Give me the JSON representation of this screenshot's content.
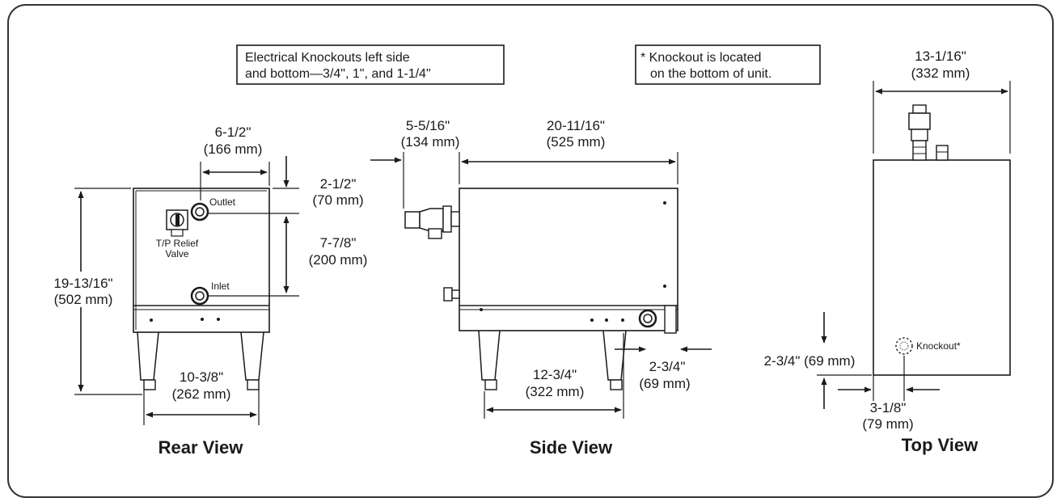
{
  "notes": {
    "knockouts_line1": "Electrical Knockouts left side",
    "knockouts_line2": "and bottom—3/4\", 1\", and 1-1/4\"",
    "bottom_line1": "* Knockout is located",
    "bottom_line2": "on the bottom of unit."
  },
  "rear_view": {
    "title": "Rear View",
    "outlet_label": "Outlet",
    "inlet_label": "Inlet",
    "relief_label_1": "T/P Relief",
    "relief_label_2": "Valve",
    "width_top_in": "6-1/2\"",
    "width_top_mm": "(166 mm)",
    "outlet_offset_in": "2-1/2\"",
    "outlet_offset_mm": "(70 mm)",
    "spacing_in": "7-7/8\"",
    "spacing_mm": "(200 mm)",
    "height_in": "19-13/16\"",
    "height_mm": "(502 mm)",
    "base_width_in": "10-3/8\"",
    "base_width_mm": "(262 mm)"
  },
  "side_view": {
    "title": "Side View",
    "valve_depth_in": "5-5/16\"",
    "valve_depth_mm": "(134 mm)",
    "length_in": "20-11/16\"",
    "length_mm": "(525 mm)",
    "legs_in": "12-3/4\"",
    "legs_mm": "(322 mm)",
    "offset_in": "2-3/4\"",
    "offset_mm": "(69 mm)"
  },
  "top_view": {
    "title": "Top View",
    "width_in": "13-1/16\"",
    "width_mm": "(332 mm)",
    "knockout_label": "Knockout*",
    "ko_vertical": "2-3/4\" (69 mm)",
    "ko_horizontal_in": "3-1/8\"",
    "ko_horizontal_mm": "(79 mm)"
  }
}
